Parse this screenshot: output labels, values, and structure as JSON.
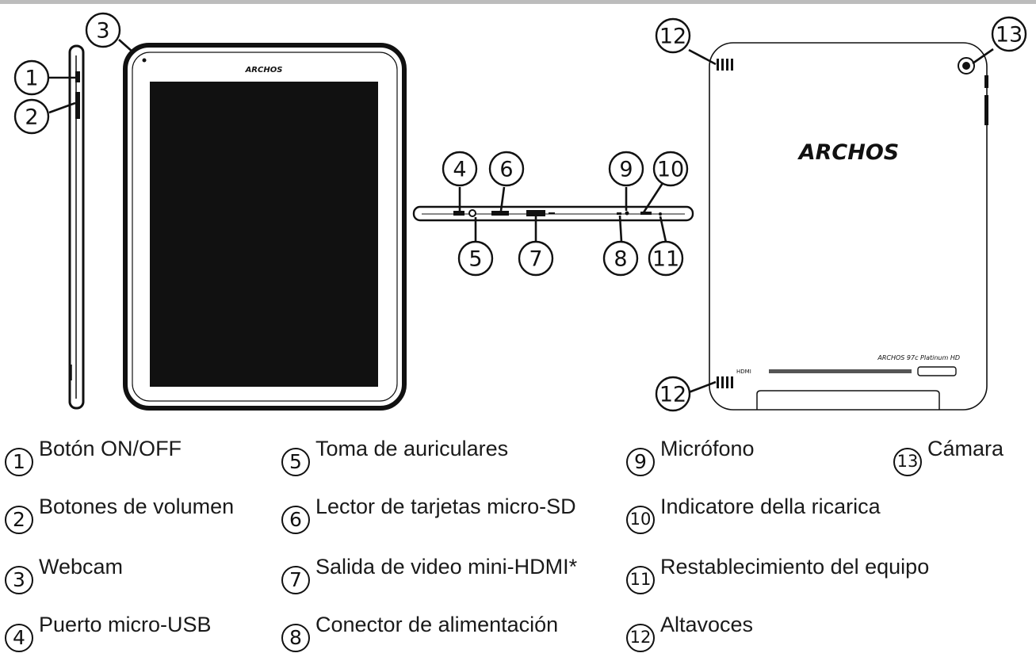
{
  "brand": {
    "front_logo": "ARCHOS",
    "back_logo": "ARCHOS",
    "back_model_text": "ARCHOS 97c Platinum HD",
    "back_port_text": "HDMI"
  },
  "callouts": {
    "c1": "1",
    "c2": "2",
    "c3": "3",
    "c4": "4",
    "c5": "5",
    "c6": "6",
    "c7": "7",
    "c8": "8",
    "c9": "9",
    "c10": "10",
    "c11": "11",
    "c12a": "12",
    "c12b": "12",
    "c13": "13"
  },
  "legend": [
    {
      "number": "1",
      "label": "Botón ON/OFF"
    },
    {
      "number": "2",
      "label": "Botones de volumen"
    },
    {
      "number": "3",
      "label": "Webcam"
    },
    {
      "number": "4",
      "label": "Puerto micro-USB"
    },
    {
      "number": "5",
      "label": "Toma de auriculares"
    },
    {
      "number": "6",
      "label": "Lector de tarjetas micro-SD"
    },
    {
      "number": "7",
      "label": "Salida de video mini-HDMI*"
    },
    {
      "number": "8",
      "label": "Conector de alimentación"
    },
    {
      "number": "9",
      "label": "Micrófono"
    },
    {
      "number": "10",
      "label": "Indicatore della ricarica"
    },
    {
      "number": "11",
      "label": "Restablecimiento del equipo"
    },
    {
      "number": "12",
      "label": "Altavoces"
    },
    {
      "number": "13",
      "label": "Cámara"
    }
  ]
}
